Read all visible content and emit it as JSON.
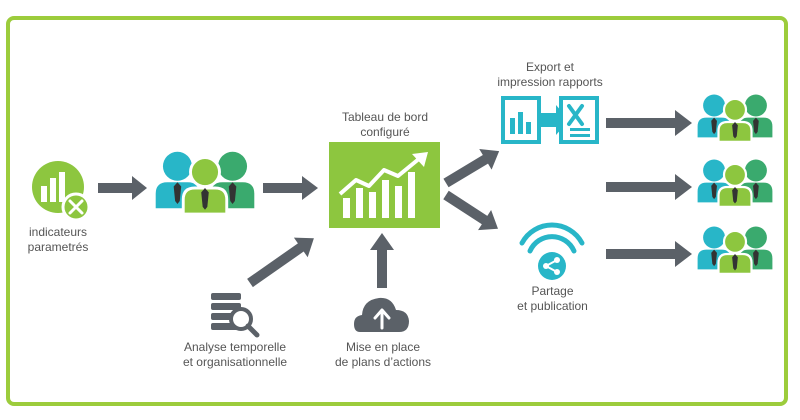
{
  "labels": {
    "indicators": [
      "indicateurs",
      "parametrés"
    ],
    "dashboard": [
      "Tableau de bord",
      "configuré"
    ],
    "export": [
      "Export et",
      "impression rapports"
    ],
    "sharing": [
      "Partage",
      "et publication"
    ],
    "analysis": [
      "Analyse temporelle",
      "et organisationnelle"
    ],
    "actions": [
      "Mise en place",
      "de plans d’actions"
    ]
  },
  "icons": {
    "indicators": "chart-settings-icon",
    "team": "users-group-icon",
    "dashboard": "trend-chart-icon",
    "export": "excel-export-icon",
    "sharing": "wifi-share-icon",
    "analysis": "database-search-icon",
    "actions": "cloud-upload-icon"
  },
  "colors": {
    "frame": "#9ccc3c",
    "green": "#8dc63f",
    "teal": "#28b6c8",
    "dark_green": "#3aaa6e",
    "arrow": "#5b6168",
    "text": "#555555"
  }
}
